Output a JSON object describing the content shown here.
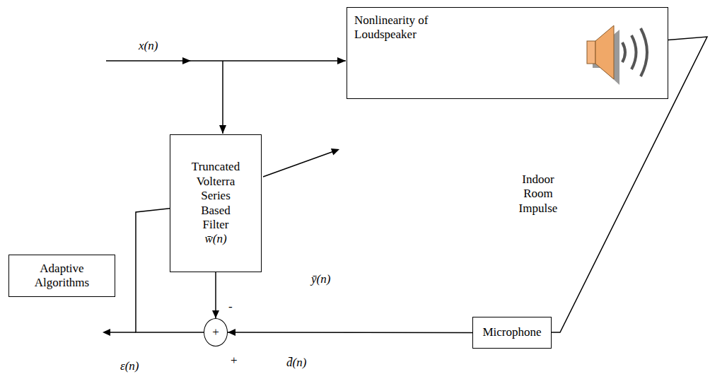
{
  "diagram": {
    "nodes": [
      {
        "text": [
          "Nonlinearity of Loudspeaker"
        ]
      },
      {
        "text": [
          "Truncated Volterra Series Based Filter",
          "w̄(n)"
        ]
      },
      {
        "text": [
          "Adaptive Algorithms"
        ]
      },
      {
        "text": [
          "+"
        ]
      },
      {
        "text": [
          "Microphone"
        ]
      }
    ],
    "edges": [
      {
        "from": 0,
        "to": 4,
        "arrow": "none"
      },
      {
        "from": 1,
        "to": 3,
        "arrow": "to"
      },
      {
        "from": 4,
        "to": 3,
        "arrow": "to"
      },
      {
        "from": 3,
        "to": 1,
        "arrow": "none"
      }
    ],
    "labels": [
      "x(n)",
      "Indoor Room Impulse",
      "ȳ(n)",
      "-",
      "+",
      "d̄(n)",
      "ε(n)"
    ]
  }
}
